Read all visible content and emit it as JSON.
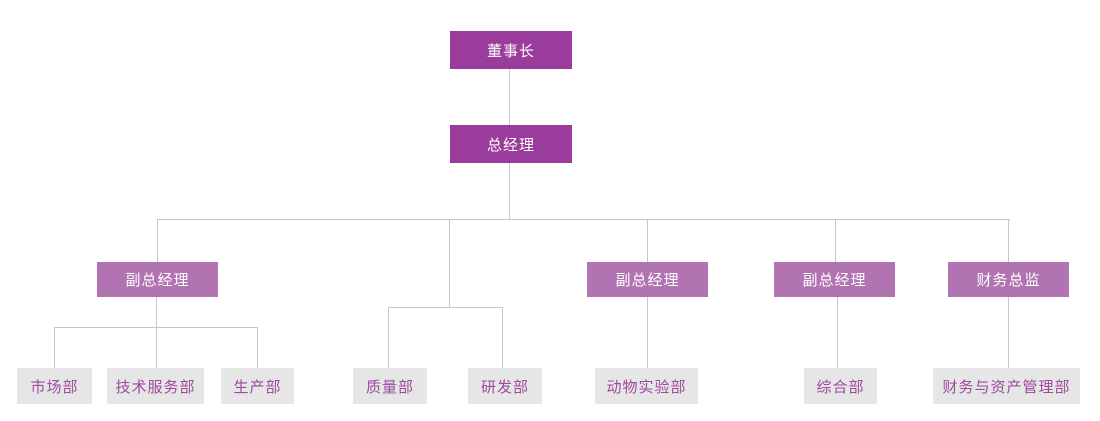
{
  "org_chart": {
    "type": "organization-chart",
    "nodes": {
      "chairman": {
        "label": "董事长",
        "level": 1
      },
      "general_manager": {
        "label": "总经理",
        "level": 1
      },
      "deputy_gm_1": {
        "label": "副总经理",
        "level": 2
      },
      "deputy_gm_2": {
        "label": "副总经理",
        "level": 2
      },
      "deputy_gm_3": {
        "label": "副总经理",
        "level": 2
      },
      "finance_director": {
        "label": "财务总监",
        "level": 2
      },
      "marketing_dept": {
        "label": "市场部",
        "level": 3
      },
      "tech_service_dept": {
        "label": "技术服务部",
        "level": 3
      },
      "production_dept": {
        "label": "生产部",
        "level": 3
      },
      "quality_dept": {
        "label": "质量部",
        "level": 3
      },
      "rd_dept": {
        "label": "研发部",
        "level": 3
      },
      "animal_lab_dept": {
        "label": "动物实验部",
        "level": 3
      },
      "general_affairs_dept": {
        "label": "综合部",
        "level": 3
      },
      "finance_asset_dept": {
        "label": "财务与资产管理部",
        "level": 3
      }
    },
    "hierarchy": {
      "chairman": [
        "general_manager"
      ],
      "general_manager": [
        "deputy_gm_1",
        "quality_rd_branch",
        "deputy_gm_2",
        "deputy_gm_3",
        "finance_director"
      ],
      "deputy_gm_1": [
        "marketing_dept",
        "tech_service_dept",
        "production_dept"
      ],
      "quality_rd_branch": [
        "quality_dept",
        "rd_dept"
      ],
      "deputy_gm_2": [
        "animal_lab_dept"
      ],
      "deputy_gm_3": [
        "general_affairs_dept"
      ],
      "finance_director": [
        "finance_asset_dept"
      ]
    },
    "colors": {
      "executive_box": "#9A3C9B",
      "manager_box": "#B173B1",
      "department_box": "#E6E6E6",
      "department_text": "#9C4AA0",
      "connector": "#BDCAD2",
      "box_text_light": "#FFFFFF"
    }
  }
}
